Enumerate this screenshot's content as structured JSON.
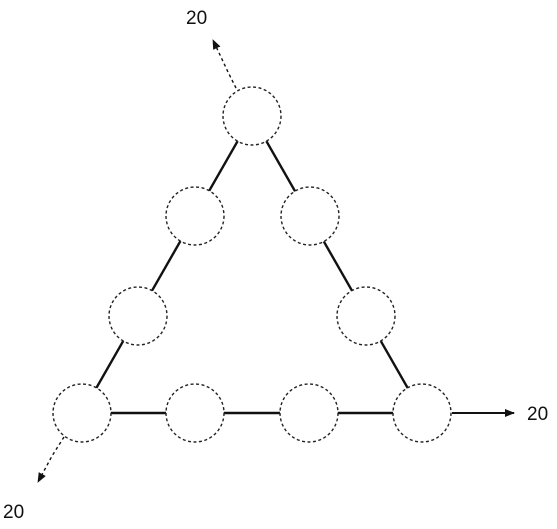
{
  "diagram": {
    "nodes": [
      "",
      "",
      "",
      "",
      "",
      "",
      "",
      "",
      ""
    ],
    "labels": {
      "top": "20",
      "right": "20",
      "bottom_left": "20"
    }
  }
}
